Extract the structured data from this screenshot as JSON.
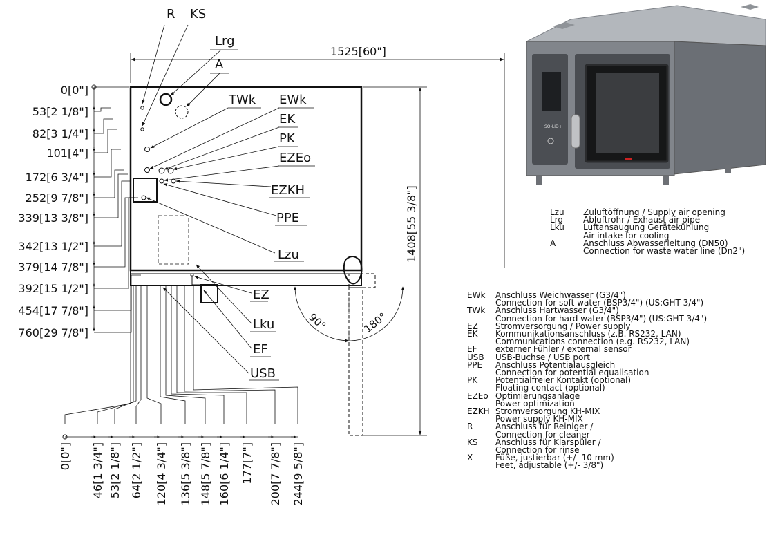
{
  "overall_width_label": "1525[60\"]",
  "overall_height_label": "1408[55 3/8\"]",
  "angles": [
    "90°",
    "180°"
  ],
  "callouts": [
    "R",
    "KS",
    "Lrg",
    "A",
    "TWk",
    "EWk",
    "EK",
    "PK",
    "EZEo",
    "EZKH",
    "PPE",
    "Lzu",
    "EZ",
    "Lku",
    "EF",
    "USB"
  ],
  "left_dims": [
    "0[0\"]",
    "53[2 1/8\"]",
    "82[3 1/4\"]",
    "101[4\"]",
    "172[6 3/4\"]",
    "252[9 7/8\"]",
    "339[13 3/8\"]",
    "342[13 1/2\"]",
    "379[14 7/8\"]",
    "392[15 1/2\"]",
    "454[17 7/8\"]",
    "760[29 7/8\"]"
  ],
  "bottom_dims": [
    "0[0\"]",
    "46[1 3/4\"]",
    "53[2 1/8\"]",
    "64[2 1/2\"]",
    "120[4 3/4\"]",
    "136[5 3/8\"]",
    "148[5 7/8\"]",
    "160[6 1/4\"]",
    "177[7\"]",
    "200[7 7/8\"]",
    "244[9 5/8\"]"
  ],
  "oven_display_text": "SO-LID+",
  "legend_top": [
    {
      "code": "Lzu",
      "lines": [
        "Zuluftöffnung / Supply air opening"
      ]
    },
    {
      "code": "Lrg",
      "lines": [
        "Abluftrohr / Exhaust air pipe"
      ]
    },
    {
      "code": "Lku",
      "lines": [
        "Luftansaugung Gerätekühlung",
        "Air intake for cooling"
      ]
    },
    {
      "code": "A",
      "lines": [
        "Anschluss Abwasserleitung (DN50)",
        "Connection for waste water line (Dn2\")"
      ]
    }
  ],
  "legend_main": [
    {
      "code": "EWk",
      "lines": [
        "Anschluss Weichwasser (G3/4\")",
        "Connection for soft water (BSP3/4\") (US:GHT 3/4\")"
      ]
    },
    {
      "code": "TWk",
      "lines": [
        "Anschluss Hartwasser (G3/4\")",
        "Connection for hard water (BSP3/4\") (US:GHT 3/4\")"
      ]
    },
    {
      "code": "EZ",
      "lines": [
        "Stromversorgung / Power supply"
      ]
    },
    {
      "code": "EK",
      "lines": [
        "Kommunikationsanschluss (z.B. RS232, LAN)",
        "Communications connection (e.g. RS232, LAN)"
      ]
    },
    {
      "code": "EF",
      "lines": [
        "externer Fühler / external sensor"
      ]
    },
    {
      "code": "USB",
      "lines": [
        "USB-Buchse / USB port"
      ]
    },
    {
      "code": "PPE",
      "lines": [
        "Anschluss Potentialausgleich",
        "Connection for potential equalisation"
      ]
    },
    {
      "code": "PK",
      "lines": [
        "Potentialfreier Kontakt (optional)",
        "Floating contact (optional)"
      ]
    },
    {
      "code": "EZEo",
      "lines": [
        "Optimierungsanlage",
        "Power optimization"
      ]
    },
    {
      "code": "EZKH",
      "lines": [
        "Stromversorgung KH-MIX",
        "Power supply KH-MIX"
      ]
    },
    {
      "code": "R",
      "lines": [
        "Anschluss für Reiniger /",
        "Connection for cleaner"
      ]
    },
    {
      "code": "KS",
      "lines": [
        "Anschluss für Klarspüler /",
        "Connection for rinse"
      ]
    },
    {
      "code": "X",
      "lines": [
        "Füße, justierbar (+/- 10 mm)",
        "Feet, adjustable (+/- 3/8\")"
      ]
    }
  ]
}
